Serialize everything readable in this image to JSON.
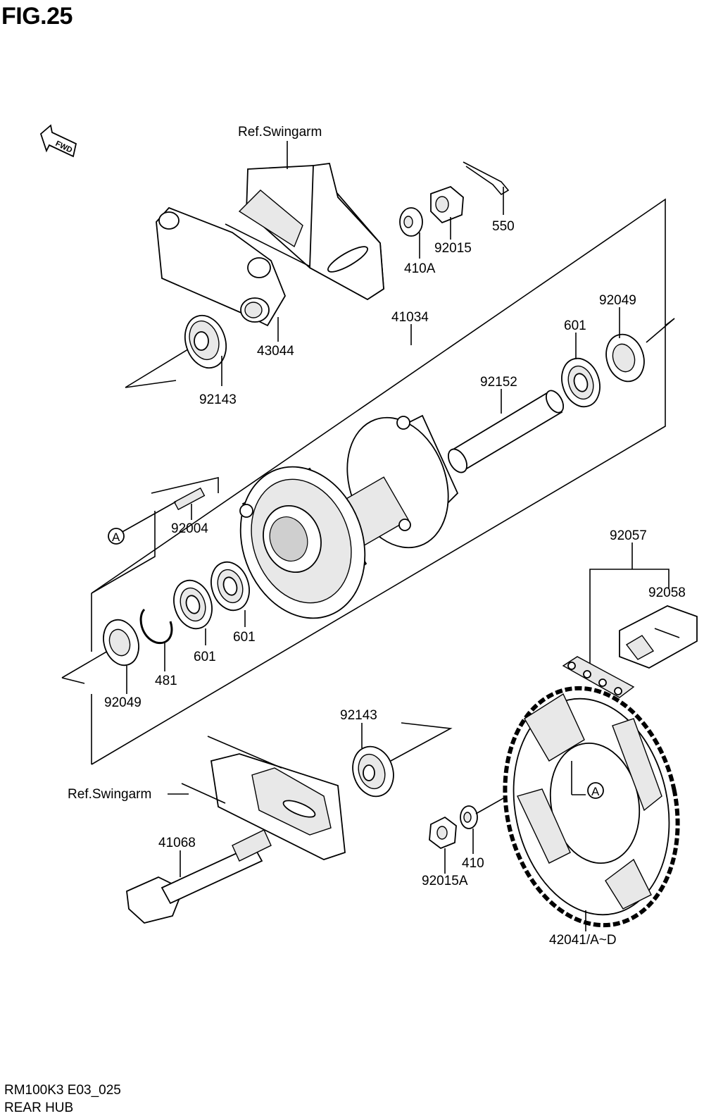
{
  "figure": {
    "title": "FIG.25",
    "code": "RM100K3 E03_025",
    "name": "REAR HUB"
  },
  "fwd_label": "FWD",
  "callouts": [
    {
      "id": "ref-swingarm-top",
      "text": "Ref.Swingarm"
    },
    {
      "id": "550",
      "text": "550"
    },
    {
      "id": "92015",
      "text": "92015"
    },
    {
      "id": "410A",
      "text": "410A"
    },
    {
      "id": "41034",
      "text": "41034"
    },
    {
      "id": "43044",
      "text": "43044"
    },
    {
      "id": "92143-top",
      "text": "92143"
    },
    {
      "id": "92049-right",
      "text": "92049"
    },
    {
      "id": "601-right",
      "text": "601"
    },
    {
      "id": "92152",
      "text": "92152"
    },
    {
      "id": "92004",
      "text": "92004"
    },
    {
      "id": "601-a",
      "text": "601"
    },
    {
      "id": "601-b",
      "text": "601"
    },
    {
      "id": "481",
      "text": "481"
    },
    {
      "id": "92049-left",
      "text": "92049"
    },
    {
      "id": "92057",
      "text": "92057"
    },
    {
      "id": "92058",
      "text": "92058"
    },
    {
      "id": "92143-bottom",
      "text": "92143"
    },
    {
      "id": "ref-swingarm-bottom",
      "text": "Ref.Swingarm"
    },
    {
      "id": "41068",
      "text": "41068"
    },
    {
      "id": "410",
      "text": "410"
    },
    {
      "id": "92015A",
      "text": "92015A"
    },
    {
      "id": "42041",
      "text": "42041/A~D"
    }
  ],
  "markers": [
    {
      "id": "marker-a-left",
      "text": "A"
    },
    {
      "id": "marker-a-sprocket",
      "text": "A"
    }
  ]
}
